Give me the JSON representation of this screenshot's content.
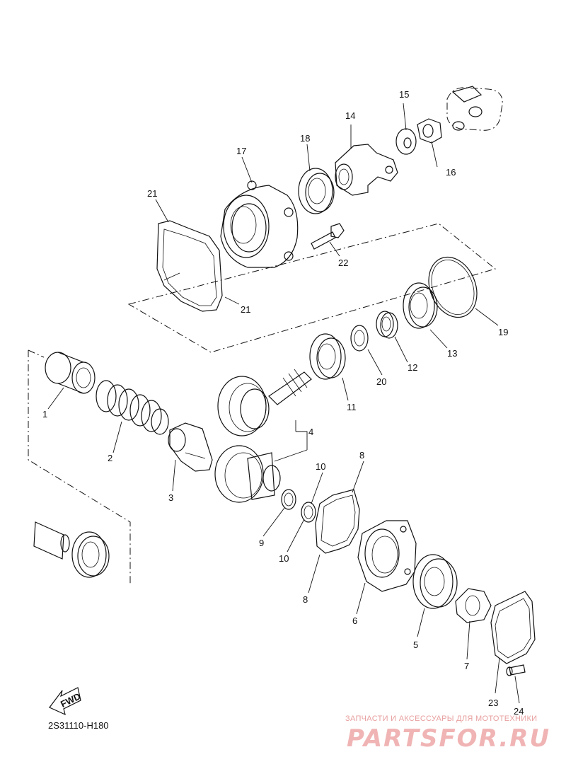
{
  "diagram": {
    "part_code": "2S31110-H180",
    "fwd_label": "FWD",
    "callouts": [
      "1",
      "2",
      "3",
      "4",
      "5",
      "6",
      "7",
      "8",
      "9",
      "10",
      "11",
      "12",
      "13",
      "14",
      "15",
      "16",
      "17",
      "18",
      "19",
      "20",
      "21",
      "22",
      "23",
      "24"
    ]
  },
  "watermark": {
    "tagline": "ЗАПЧАСТИ И АКСЕССУАРЫ ДЛЯ МОТОТЕХНИКИ",
    "logo": "PARTSFOR.RU"
  }
}
